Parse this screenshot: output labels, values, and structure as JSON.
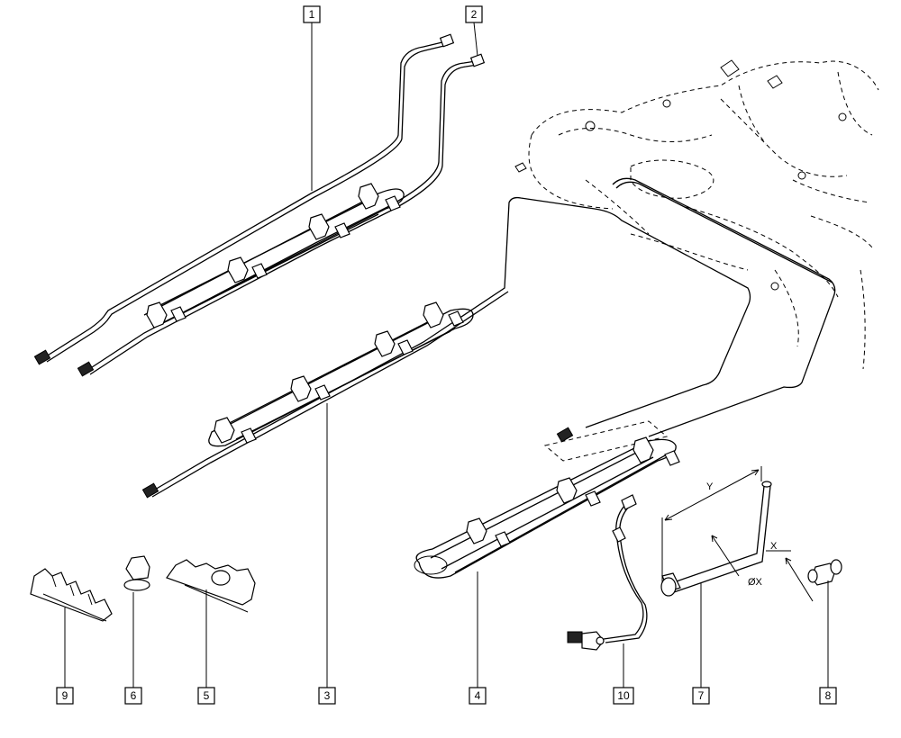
{
  "callouts": [
    {
      "id": "1",
      "label": "1"
    },
    {
      "id": "2",
      "label": "2"
    },
    {
      "id": "3",
      "label": "3"
    },
    {
      "id": "4",
      "label": "4"
    },
    {
      "id": "5",
      "label": "5"
    },
    {
      "id": "6",
      "label": "6"
    },
    {
      "id": "7",
      "label": "7"
    },
    {
      "id": "8",
      "label": "8"
    },
    {
      "id": "9",
      "label": "9"
    },
    {
      "id": "10",
      "label": "10"
    }
  ],
  "dimensions": {
    "y": "Y",
    "x": "X",
    "diameter": "ØX"
  }
}
